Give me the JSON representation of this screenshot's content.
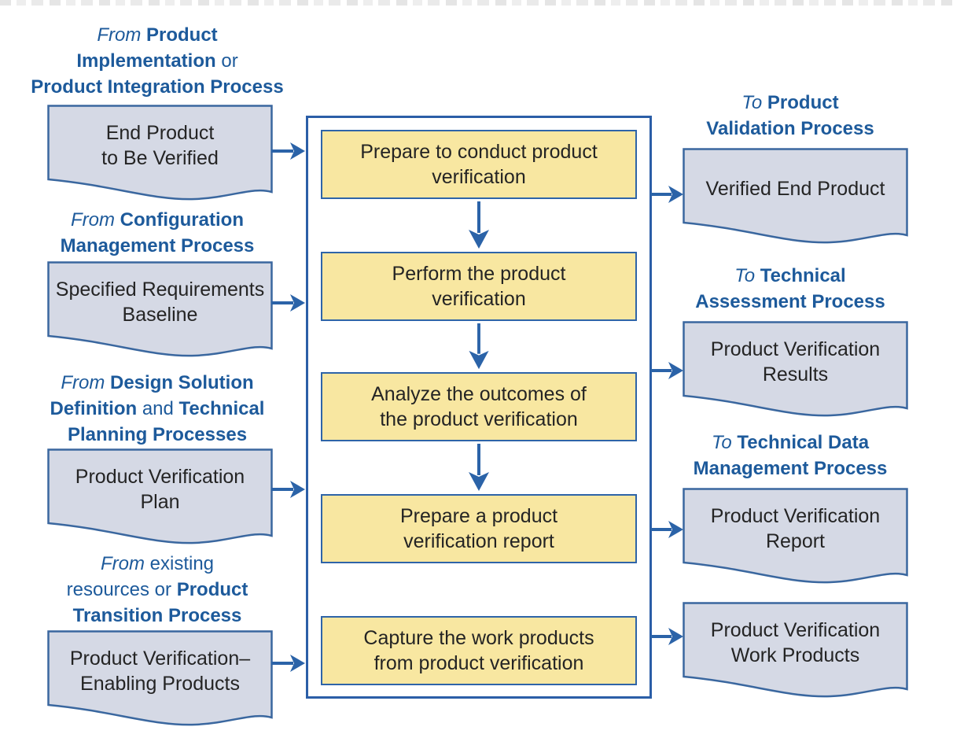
{
  "title": "Product Verification Process flow diagram",
  "colors": {
    "label_blue": "#1d5a9b",
    "line_blue": "#2b63a8",
    "doc_fill": "#d5d9e5",
    "doc_border": "#3a679f",
    "step_fill": "#f8e7a1",
    "step_border": "#2e64a8",
    "text_dark": "#242424"
  },
  "left_column": [
    {
      "label_lines": [
        [
          {
            "t": "From ",
            "s": "i"
          },
          {
            "t": "Product",
            "s": "b"
          }
        ],
        [
          {
            "t": "Implementation",
            "s": "b"
          },
          {
            "t": " or",
            "s": "n"
          }
        ],
        [
          {
            "t": "Product Integration Process",
            "s": "b"
          }
        ]
      ],
      "doc_lines": [
        "End Product",
        "to Be Verified"
      ]
    },
    {
      "label_lines": [
        [
          {
            "t": "From ",
            "s": "i"
          },
          {
            "t": "Configuration",
            "s": "b"
          }
        ],
        [
          {
            "t": "Management Process",
            "s": "b"
          }
        ]
      ],
      "doc_lines": [
        "Specified Requirements",
        "Baseline"
      ]
    },
    {
      "label_lines": [
        [
          {
            "t": "From ",
            "s": "i"
          },
          {
            "t": "Design Solution",
            "s": "b"
          }
        ],
        [
          {
            "t": "Definition",
            "s": "b"
          },
          {
            "t": " and ",
            "s": "n"
          },
          {
            "t": "Technical",
            "s": "b"
          }
        ],
        [
          {
            "t": "Planning Processes",
            "s": "b"
          }
        ]
      ],
      "doc_lines": [
        "Product Verification",
        "Plan"
      ]
    },
    {
      "label_lines": [
        [
          {
            "t": "From ",
            "s": "i"
          },
          {
            "t": "existing",
            "s": "n"
          }
        ],
        [
          {
            "t": "resources or ",
            "s": "n"
          },
          {
            "t": "Product",
            "s": "b"
          }
        ],
        [
          {
            "t": "Transition Process",
            "s": "b"
          }
        ]
      ],
      "doc_lines": [
        "Product Verification–",
        "Enabling Products"
      ]
    }
  ],
  "process": {
    "steps": [
      {
        "lines": [
          "Prepare to conduct product",
          "verification"
        ]
      },
      {
        "lines": [
          "Perform the product",
          "verification"
        ]
      },
      {
        "lines": [
          "Analyze the outcomes of",
          "the product verification"
        ]
      },
      {
        "lines": [
          "Prepare a product",
          "verification report"
        ]
      },
      {
        "lines": [
          "Capture the work products",
          "from product verification"
        ]
      }
    ]
  },
  "right_column": [
    {
      "label_lines": [
        [
          {
            "t": "To ",
            "s": "i"
          },
          {
            "t": "Product",
            "s": "b"
          }
        ],
        [
          {
            "t": "Validation Process",
            "s": "b"
          }
        ]
      ],
      "doc_lines": [
        "Verified End Product"
      ]
    },
    {
      "label_lines": [
        [
          {
            "t": "To ",
            "s": "i"
          },
          {
            "t": "Technical",
            "s": "b"
          }
        ],
        [
          {
            "t": "Assessment Process",
            "s": "b"
          }
        ]
      ],
      "doc_lines": [
        "Product Verification",
        "Results"
      ]
    },
    {
      "label_lines": [
        [
          {
            "t": "To ",
            "s": "i"
          },
          {
            "t": "Technical Data",
            "s": "b"
          }
        ],
        [
          {
            "t": "Management Process",
            "s": "b"
          }
        ]
      ],
      "doc_lines": [
        "Product Verification",
        "Report"
      ]
    },
    {
      "label_lines": [],
      "doc_lines": [
        "Product Verification",
        "Work Products"
      ]
    }
  ]
}
